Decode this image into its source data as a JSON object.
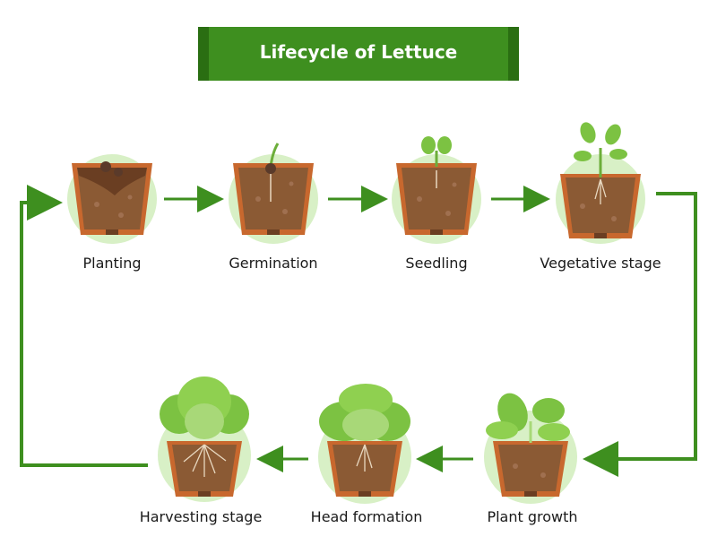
{
  "title": "Lifecycle of Lettuce",
  "stages": [
    {
      "label": "Planting"
    },
    {
      "label": "Germination"
    },
    {
      "label": "Seedling"
    },
    {
      "label": "Vegetative stage"
    },
    {
      "label": "Plant growth"
    },
    {
      "label": "Head formation"
    },
    {
      "label": "Harvesting stage"
    }
  ],
  "colors": {
    "green": "#3e8f1f",
    "dark_green": "#2a6e12",
    "halo": "#d8f0c6",
    "pot": "#c8682e",
    "soil": "#7a4a2a",
    "leaf": "#7cc242",
    "leaf_light": "#a8d878"
  }
}
